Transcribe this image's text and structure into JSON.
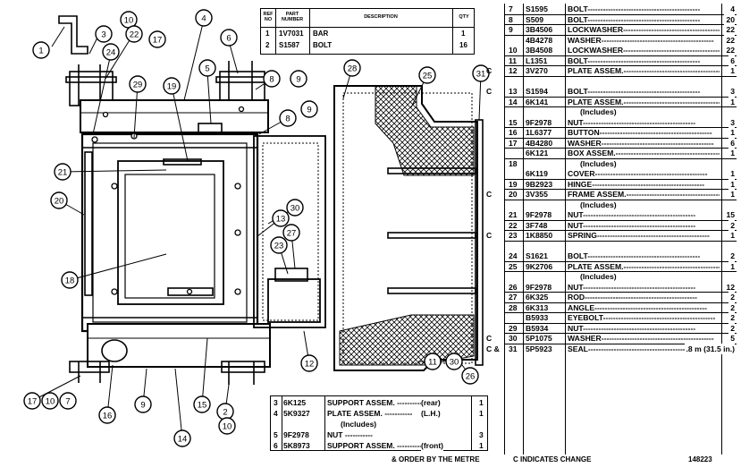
{
  "callouts": [
    "1",
    "3",
    "10",
    "22",
    "17",
    "4",
    "6",
    "24",
    "5",
    "8",
    "9",
    "29",
    "19",
    "8",
    "9",
    "28",
    "25",
    "31",
    "21",
    "20",
    "30",
    "13",
    "27",
    "23",
    "18",
    "12",
    "16",
    "17",
    "10",
    "7",
    "9",
    "15",
    "2",
    "10",
    "14",
    "11",
    "30",
    "26"
  ],
  "top_table": {
    "headers": {
      "ref": "REF NO",
      "part": "PART NUMBER",
      "desc": "DESCRIPTION",
      "qty": "QTY"
    },
    "rows": [
      {
        "ref": "1",
        "part": "1V7031",
        "desc": "BAR",
        "qty": "1"
      },
      {
        "ref": "2",
        "part": "S1587",
        "desc": "BOLT",
        "qty": "16"
      }
    ]
  },
  "parts_list": [
    {
      "c": "",
      "ref": "7",
      "part": "S1595",
      "desc": "BOLT",
      "qty": "4"
    },
    {
      "c": "",
      "ref": "8",
      "part": "S509",
      "desc": "BOLT",
      "qty": "20"
    },
    {
      "c": "",
      "ref": "9",
      "part": "3B4506",
      "desc": "LOCKWASHER",
      "qty": "22"
    },
    {
      "c": "",
      "ref": "",
      "part": "4B4278",
      "desc": "WASHER",
      "qty": "22"
    },
    {
      "c": "",
      "ref": "10",
      "part": "3B4508",
      "desc": "LOCKWASHER",
      "qty": "22"
    },
    {
      "c": "",
      "ref": "11",
      "part": "L1351",
      "desc": "BOLT",
      "qty": "6"
    },
    {
      "c": "C",
      "ref": "12",
      "part": "3V270",
      "desc": "PLATE ASSEM.",
      "qty": "1"
    },
    {
      "c": "",
      "ref": "",
      "part": "",
      "desc": "",
      "qty": ""
    },
    {
      "c": "C",
      "ref": "13",
      "part": "S1594",
      "desc": "BOLT",
      "qty": "3"
    },
    {
      "c": "",
      "ref": "14",
      "part": "6K141",
      "desc": "PLATE ASSEM.",
      "qty": "1"
    },
    {
      "c": "",
      "ref": "",
      "part": "",
      "desc": "(Includes)",
      "qty": ""
    },
    {
      "c": "",
      "ref": "15",
      "part": "9F2978",
      "desc": "NUT",
      "qty": "3"
    },
    {
      "c": "",
      "ref": "16",
      "part": "1L6377",
      "desc": "BUTTON",
      "qty": "1"
    },
    {
      "c": "",
      "ref": "17",
      "part": "4B4280",
      "desc": "WASHER",
      "qty": "6"
    },
    {
      "c": "",
      "ref": "",
      "part": "6K121",
      "desc": "BOX ASSEM.",
      "qty": "1"
    },
    {
      "c": "",
      "ref": "18",
      "part": "",
      "desc": "(Includes)",
      "qty": ""
    },
    {
      "c": "",
      "ref": "",
      "part": "6K119",
      "desc": "COVER",
      "qty": "1"
    },
    {
      "c": "",
      "ref": "19",
      "part": "9B2923",
      "desc": "HINGE",
      "qty": "1"
    },
    {
      "c": "C",
      "ref": "20",
      "part": "3V355",
      "desc": "FRAME ASSEM.",
      "qty": "1"
    },
    {
      "c": "",
      "ref": "",
      "part": "",
      "desc": "(Includes)",
      "qty": ""
    },
    {
      "c": "",
      "ref": "21",
      "part": "9F2978",
      "desc": "NUT",
      "qty": "15"
    },
    {
      "c": "",
      "ref": "22",
      "part": "3F748",
      "desc": "NUT",
      "qty": "2"
    },
    {
      "c": "C",
      "ref": "23",
      "part": "1K8850",
      "desc": "SPRING",
      "qty": "1"
    },
    {
      "c": "",
      "ref": "",
      "part": "",
      "desc": "",
      "qty": ""
    },
    {
      "c": "",
      "ref": "24",
      "part": "S1621",
      "desc": "BOLT",
      "qty": "2"
    },
    {
      "c": "",
      "ref": "25",
      "part": "9K2706",
      "desc": "PLATE ASSEM.",
      "qty": "1"
    },
    {
      "c": "",
      "ref": "",
      "part": "",
      "desc": "(Includes)",
      "qty": ""
    },
    {
      "c": "",
      "ref": "26",
      "part": "9F2978",
      "desc": "NUT",
      "qty": "12"
    },
    {
      "c": "",
      "ref": "27",
      "part": "6K325",
      "desc": "ROD",
      "qty": "2"
    },
    {
      "c": "",
      "ref": "28",
      "part": "6K313",
      "desc": "ANGLE",
      "qty": "2"
    },
    {
      "c": "",
      "ref": "",
      "part": "B5933",
      "desc": "EYEBOLT",
      "qty": "2"
    },
    {
      "c": "",
      "ref": "29",
      "part": "B5934",
      "desc": "NUT",
      "qty": "2"
    },
    {
      "c": "C",
      "ref": "30",
      "part": "5P1075",
      "desc": "WASHER",
      "qty": "5"
    },
    {
      "c": "C &",
      "ref": "31",
      "part": "5P5923",
      "desc": "SEAL",
      "qty": ".8 m (31.5 in.)"
    }
  ],
  "bottom_table": [
    {
      "ref": "3",
      "part": "6K125",
      "desc": "SUPPORT ASSEM.",
      "note": "(rear)",
      "qty": "1"
    },
    {
      "ref": "4",
      "part": "5K9327",
      "desc": "PLATE ASSEM.",
      "note": "(L.H.)",
      "qty": "1"
    },
    {
      "ref": "",
      "part": "",
      "desc": "(Includes)",
      "note": "",
      "qty": ""
    },
    {
      "ref": "5",
      "part": "9F2978",
      "desc": "NUT",
      "note": "",
      "qty": "3"
    },
    {
      "ref": "6",
      "part": "5K8973",
      "desc": "SUPPORT ASSEM.",
      "note": "(front)",
      "qty": "1"
    }
  ],
  "notes": {
    "order": "& ORDER BY THE METRE",
    "change": "C INDICATES CHANGE",
    "code": "148223"
  }
}
